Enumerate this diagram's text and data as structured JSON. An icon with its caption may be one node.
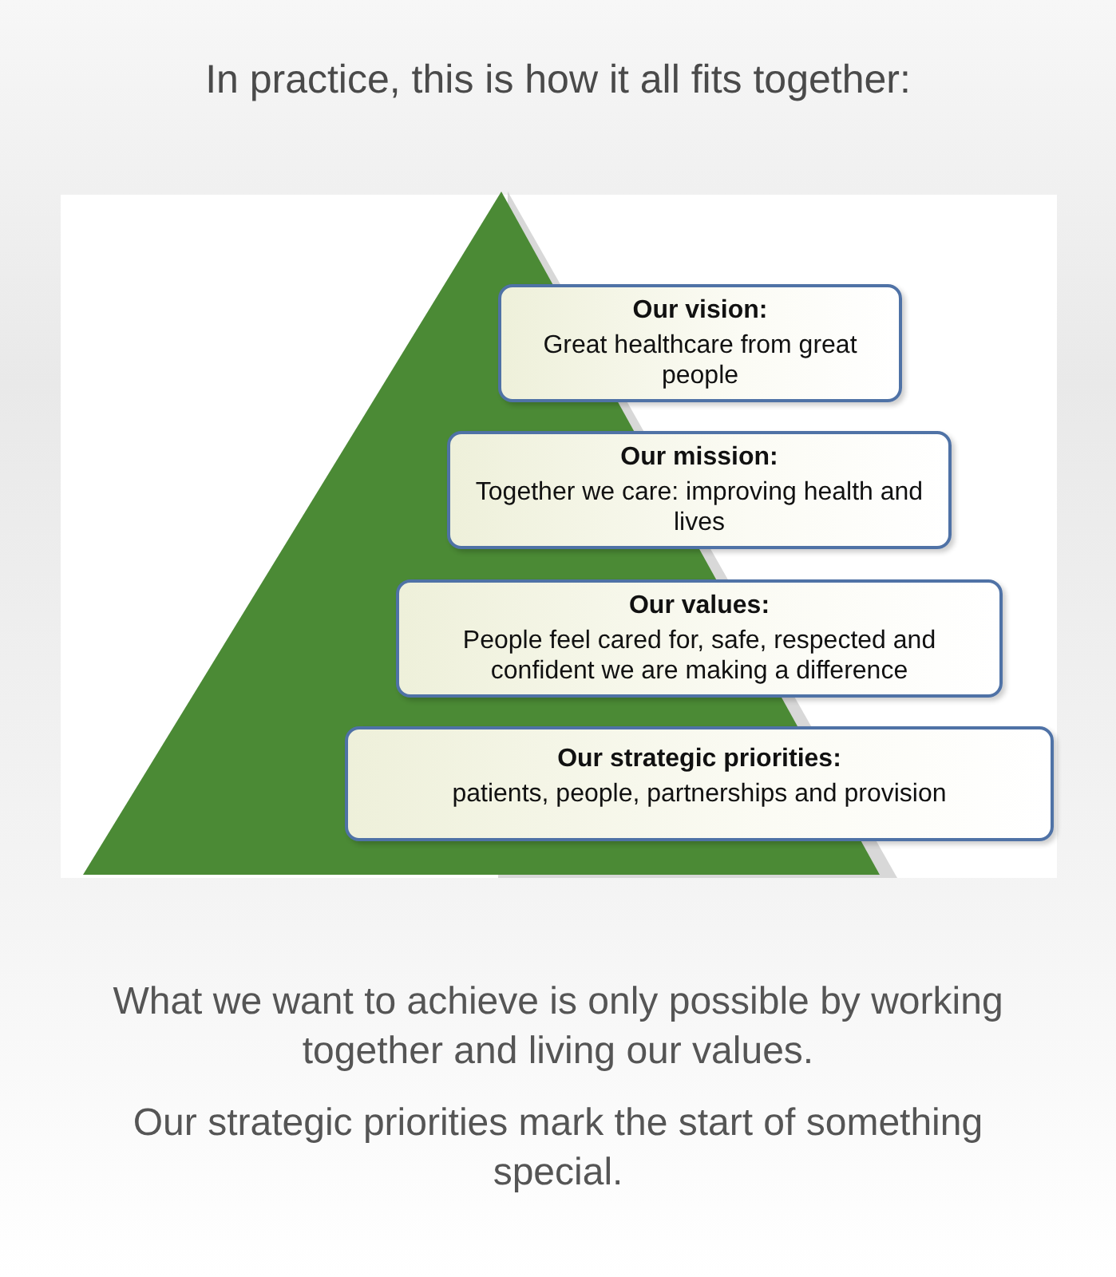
{
  "diagram": {
    "title": "In practice, this is how it all fits together:",
    "nodes": [
      {
        "text": [
          "Our vision:",
          "Great healthcare from great people"
        ]
      },
      {
        "text": [
          "Our mission:",
          "Together we care: improving health and lives"
        ]
      },
      {
        "text": [
          "Our values:",
          "People feel cared for, safe, respected and confident we are making a difference"
        ]
      },
      {
        "text": [
          "Our strategic priorities:",
          "patients, people, partnerships and provision"
        ]
      }
    ],
    "edges": [],
    "labels": [
      "What we want to achieve is only possible by working together and living our values.",
      "Our strategic priorities mark the start of something special."
    ]
  }
}
